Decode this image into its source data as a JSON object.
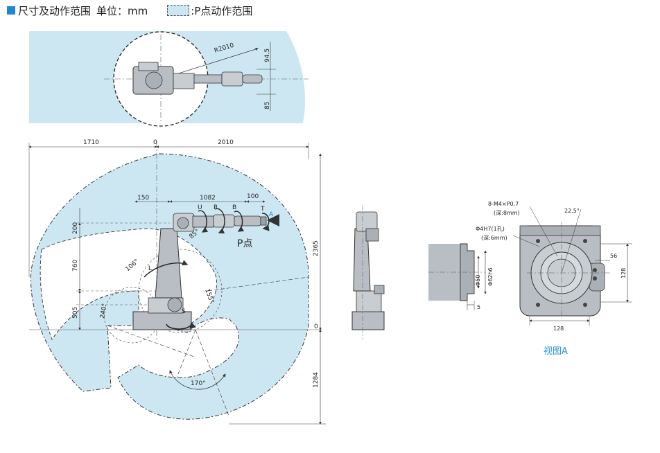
{
  "header": {
    "title": "尺寸及动作范围",
    "unit": "单位：mm",
    "legend_label": ":P点动作范围"
  },
  "top_view": {
    "radius_label": "R2010",
    "dim_upper": "94.5",
    "dim_lower": "85"
  },
  "side_view": {
    "dim_left": "1710",
    "dim_origin_x": "0",
    "dim_right": "2010",
    "dim_height": "2365",
    "dim_origin_y": "0",
    "dim_bottom": "1284",
    "dim_arm_150": "150",
    "dim_arm_1082": "1082",
    "dim_arm_100": "100",
    "dim_200": "200",
    "dim_760": "760",
    "dim_505": "505",
    "axis_u": "U",
    "axis_r": "R",
    "axis_b": "B",
    "axis_t": "T",
    "axis_l": "L",
    "axis_s": "S",
    "label_a": "A",
    "angle_85": "85°",
    "angle_106": "106°",
    "angle_155": "155°",
    "angle_240": "240°",
    "angle_170": "170°",
    "p_point": "P点"
  },
  "flange_view": {
    "thread_label": "8-M4×P0.7",
    "thread_depth": "(深:8mm)",
    "pin_label": "Φ4H7(1孔)",
    "pin_depth": "(深:6mm)",
    "angle_label": "22.5°",
    "dim_phi50": "Φ50",
    "dim_phi62": "Φ62h6",
    "dim_5": "5",
    "dim_56": "56",
    "dim_128_right": "128",
    "dim_128_bottom": "128",
    "caption": "视图A"
  },
  "colors": {
    "accent": "#1e88d6",
    "range_fill": "#cde7f2",
    "robot_gray": "#b8bec4",
    "line": "#333333"
  }
}
